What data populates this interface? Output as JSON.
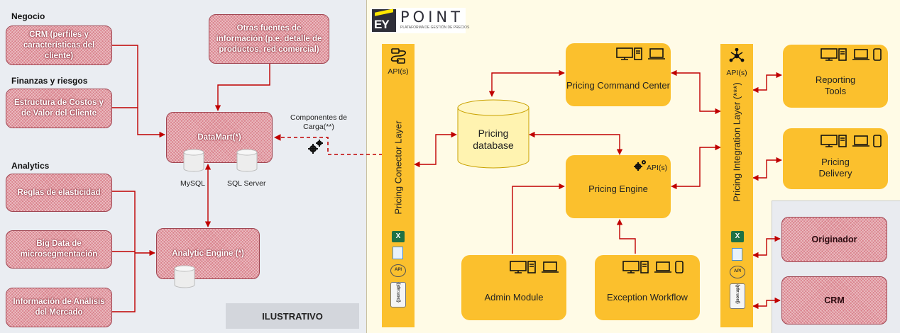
{
  "left": {
    "sections": {
      "negocio": "Negocio",
      "finanzas": "Finanzas y riesgos",
      "analytics": "Analytics"
    },
    "boxes": {
      "crm_perfiles": "CRM (perfiles y características del cliente)",
      "estructura": "Estructura de Costos y de Valor del Cliente",
      "reglas": "Reglas de elasticidad",
      "bigdata": "Big Data de microsegmentación",
      "informacion": "Información de Análisis del Mercado",
      "otras": "Otras fuentes de información (p.e. detalle de productos, red comercial)",
      "datamart": "DataMart(*)",
      "analytic_engine": "Analytic Engine (*)"
    },
    "db_labels": {
      "mysql": "MySQL",
      "sqlserver": "SQL Server"
    },
    "componentes": "Componentes de Carga(**)",
    "ilustrativo": "ILUSTRATIVO"
  },
  "right": {
    "logo": {
      "ey": "EY",
      "point": "POINT",
      "subtitle": "PLATAFORMA DE GESTIÓN DE PRECIOS"
    },
    "connector_layer": {
      "api_label": "API(s)",
      "title": "Pricing Conector Layer"
    },
    "integration_layer": {
      "api_label": "API(s)",
      "title": "Pricing Integration Layer (***)"
    },
    "database": "Pricing database",
    "command_center": "Pricing Command Center",
    "engine": "Pricing Engine",
    "engine_api": "API(s)",
    "admin": "Admin Module",
    "exception": "Exception Workflow",
    "reporting": "Reporting Tools",
    "delivery": "Pricing Delivery",
    "originador": "Originador",
    "crm": "CRM",
    "json_api": "{json:api}",
    "excel_label": "X"
  },
  "colors": {
    "gold": "#fbc02d",
    "pink": "#d9828c",
    "arrow_red": "#c00000"
  },
  "icon_names": [
    "cable-icon",
    "network-icon",
    "gear-icon",
    "desktop-icon",
    "laptop-icon",
    "phone-icon",
    "excel-icon",
    "document-icon",
    "api-badge-icon",
    "json-api-icon",
    "database-icon"
  ]
}
